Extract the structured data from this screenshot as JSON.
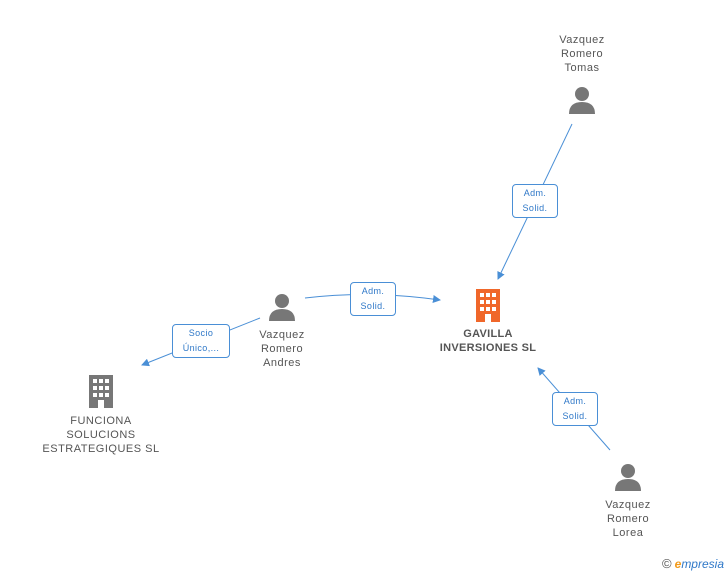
{
  "nodes": {
    "tomas": {
      "label": "Vazquez\nRomero\nTomas",
      "kind": "person"
    },
    "andres": {
      "label": "Vazquez\nRomero\nAndres",
      "kind": "person"
    },
    "lorea": {
      "label": "Vazquez\nRomero\nLorea",
      "kind": "person"
    },
    "gavilla": {
      "label": "GAVILLA\nINVERSIONES SL",
      "kind": "company-main"
    },
    "funciona": {
      "label": "FUNCIONA\nSOLUCIONS\nESTRATEGIQUES SL",
      "kind": "company"
    }
  },
  "edges": {
    "tomas_gavilla": {
      "line1": "Adm.",
      "line2": "Solid."
    },
    "andres_gavilla": {
      "line1": "Adm.",
      "line2": "Solid."
    },
    "lorea_gavilla": {
      "line1": "Adm.",
      "line2": "Solid."
    },
    "andres_funciona": {
      "line1": "Socio",
      "line2": "Único,..."
    }
  },
  "footer": {
    "copyright": "©",
    "brand_e": "e",
    "brand_rest": "mpresia"
  },
  "colors": {
    "edge": "#4a8fd6",
    "person_icon": "#777777",
    "company_icon": "#777777",
    "main_company_icon": "#f0672a"
  }
}
